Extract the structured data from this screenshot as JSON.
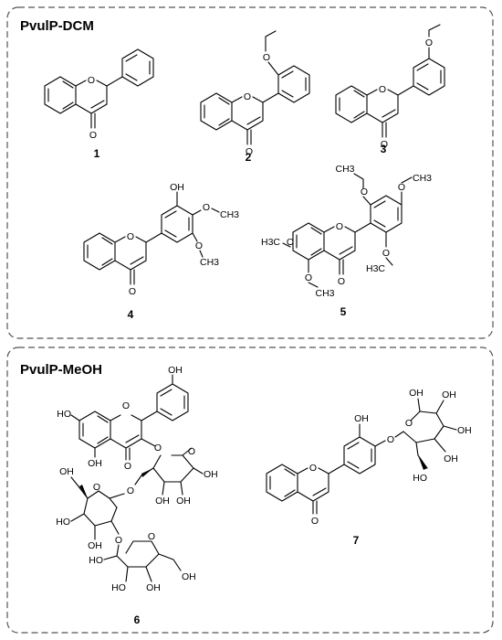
{
  "panels": [
    {
      "title": "PvulP-DCM"
    },
    {
      "title": "PvulP-MeOH"
    }
  ],
  "compound_labels": [
    "1",
    "2",
    "3",
    "4",
    "5",
    "6",
    "7"
  ],
  "atoms": {
    "O": "O",
    "OH": "OH",
    "HO": "HO",
    "CH3": "CH3",
    "H3C": "H3C"
  }
}
